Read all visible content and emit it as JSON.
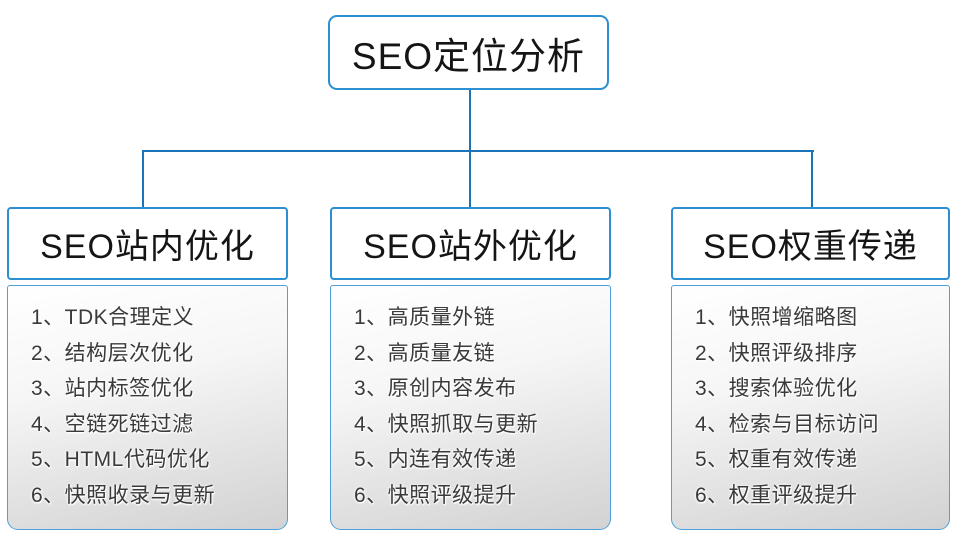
{
  "diagram_title": "SEO定位分析",
  "colors": {
    "connector_blue": "#1b74b8",
    "node_border_blue": "#2b8fd2",
    "panel_border_blue": "#4ea0da",
    "panel_gradient_top": "#ffffff",
    "panel_gradient_bottom": "#d2d2d2",
    "text_dark": "#151515",
    "list_text": "#3a3a3a"
  },
  "root": {
    "label": "SEO定位分析"
  },
  "columns": [
    {
      "title": "SEO站内优化",
      "items": [
        "1、TDK合理定义",
        "2、结构层次优化",
        "3、站内标签优化",
        "4、空链死链过滤",
        "5、HTML代码优化",
        "6、快照收录与更新"
      ]
    },
    {
      "title": "SEO站外优化",
      "items": [
        "1、高质量外链",
        "2、高质量友链",
        "3、原创内容发布",
        "4、快照抓取与更新",
        "5、内连有效传递",
        "6、快照评级提升"
      ]
    },
    {
      "title": "SEO权重传递",
      "items": [
        "1、快照增缩略图",
        "2、快照评级排序",
        "3、搜索体验优化",
        "4、检索与目标访问",
        "5、权重有效传递",
        "6、权重评级提升"
      ]
    }
  ]
}
